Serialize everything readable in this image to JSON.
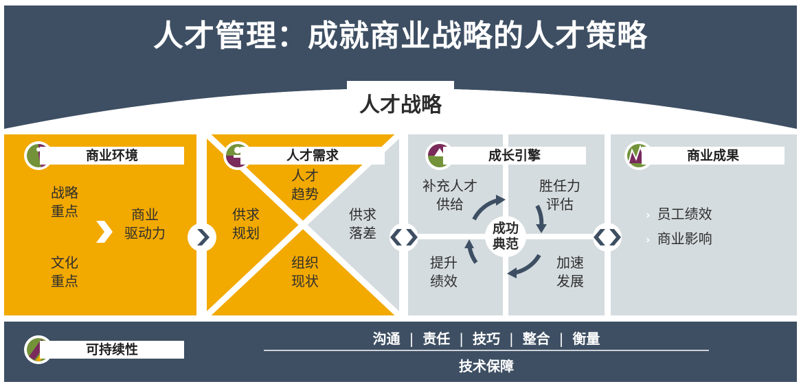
{
  "title": "人才管理：成就商业战略的人才策略",
  "strategy_label": "人才战略",
  "colors": {
    "navy": "#3e4f63",
    "orange": "#f2a900",
    "gray": "#d5dcdf",
    "purple": "#7a2a5b",
    "green": "#73923a"
  },
  "panels": {
    "business_env": {
      "header": "商业环境",
      "strategy_focus": [
        "战略",
        "重点"
      ],
      "culture_focus": [
        "文化",
        "重点"
      ],
      "drivers": [
        "商业",
        "驱动力"
      ]
    },
    "talent_demand": {
      "header": "人才需求",
      "talent_trend": [
        "人才",
        "趋势"
      ],
      "supply_planning": [
        "供求",
        "规划"
      ],
      "org_status": [
        "组织",
        "现状"
      ],
      "supply_gap": [
        "供求",
        "落差"
      ]
    },
    "growth_engine": {
      "header": "成长引擎",
      "supply": [
        "补充人才",
        "供给"
      ],
      "competency": [
        "胜任力",
        "评估"
      ],
      "performance": [
        "提升",
        "绩效"
      ],
      "development": [
        "加速",
        "发展"
      ],
      "center": [
        "成功",
        "典范"
      ]
    },
    "business_results": {
      "header": "商业成果",
      "items": [
        "员工绩效",
        "商业影响"
      ]
    }
  },
  "sustainability": {
    "label": "可持续性",
    "enablers": [
      "沟通",
      "责任",
      "技巧",
      "整合",
      "衡量"
    ],
    "separator": "|",
    "tech": "技术保障"
  }
}
